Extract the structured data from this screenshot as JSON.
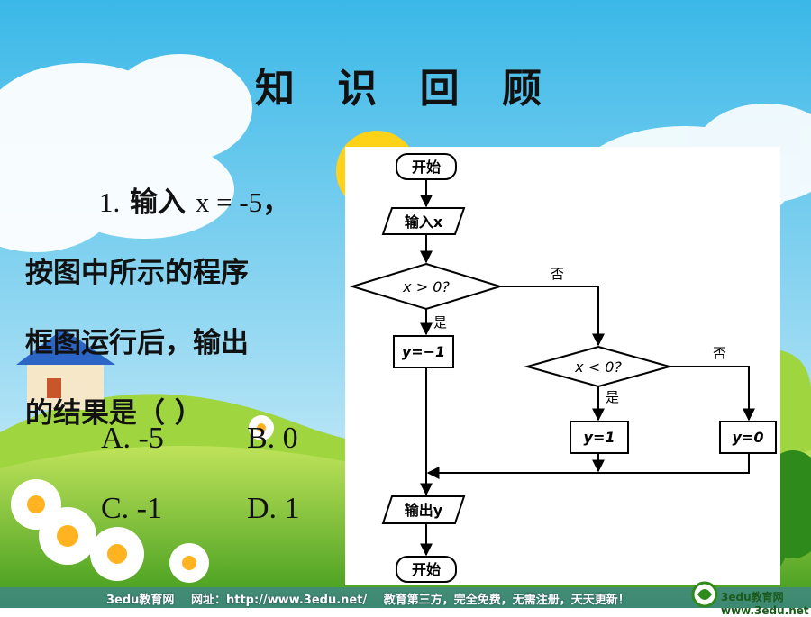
{
  "slide": {
    "title": "知 识 回 顾",
    "question": {
      "number": "1.",
      "prefix": "输入",
      "math": "x = -5",
      "comma": "，",
      "line2": "按图中所示的程序",
      "line3": "框图运行后，输出",
      "line4": "的结果是（    ）"
    },
    "options": [
      {
        "label": "A. -5"
      },
      {
        "label": "B. 0"
      },
      {
        "label": "C. -1"
      },
      {
        "label": "D. 1"
      }
    ]
  },
  "flowchart": {
    "start": "开始",
    "input": "输入x",
    "cond1": "x > 0?",
    "yes1": "是",
    "no1": "否",
    "assign1": "y=−1",
    "cond2": "x < 0?",
    "yes2": "是",
    "no2": "否",
    "assign2": "y=1",
    "assign3": "y=0",
    "output": "输出y",
    "end": "开始"
  },
  "footer": {
    "site": "3edu教育网",
    "address": "网址：http://www.3edu.net/",
    "slogan": "教育第三方，完全免费，无需注册，天天更新！",
    "logo_cn": "3edu教育网",
    "logo_url": "www.3edu.net"
  },
  "colors": {
    "sky": "#6fc6ea",
    "grass": "#5fb82e",
    "sun": "#ffd21a",
    "accent_red": "#d03a20"
  }
}
